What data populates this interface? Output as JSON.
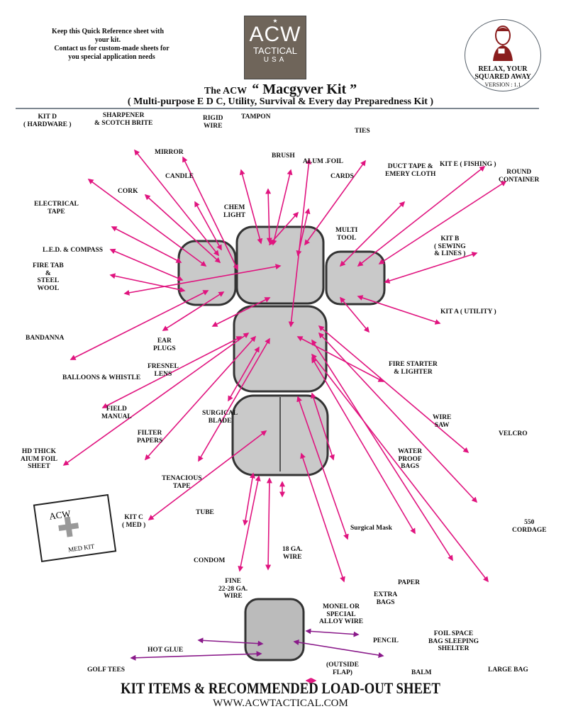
{
  "header": {
    "note1": "Keep this Quick Reference sheet with your kit.",
    "note2": "Contact us for custom-made sheets for you special application needs",
    "logo": {
      "line1": "ACW",
      "line2": "TACTICAL",
      "line3": "USA"
    },
    "badge": {
      "text": "RELAX, YOUR SQUARED AWAY",
      "version": "VERSION : 1.1"
    },
    "title_prefix": "The ACW",
    "title_main": "“ Macgyver  Kit ”",
    "subtitle": "( Multi-purpose  E D C,  Utility, Survival & Every day Preparedness Kit )"
  },
  "labels": [
    "KIT D\n( HARDWARE )",
    "SHARPENER\n& SCOTCH BRITE",
    "MIRROR",
    "RIGID\nWIRE",
    "TAMPON",
    "BRUSH",
    "ALUM .FOIL",
    "TIES",
    "CARDS",
    "DUCT TAPE  &\nEMERY CLOTH",
    "KIT E ( FISHING )",
    "ROUND\nCONTAINER",
    "CANDLE",
    "CORK",
    "CHEM\nLIGHT",
    "ELECTRICAL\nTAPE",
    "MULTI\nTOOL",
    "KIT B\n( SEWING\n& LINES )",
    "L.E.D. &  COMPASS",
    "FIRE TAB\n&\nSTEEL\nWOOL",
    "KIT A ( UTILITY )",
    "BANDANNA",
    "EAR\nPLUGS",
    "FRESNEL\nLENS",
    "BALLOONS & WHISTLE",
    "FIRE STARTER\n& LIGHTER",
    "FIELD\nMANUAL",
    "SURGICAL\nBLADE",
    "WIRE\nSAW",
    "FILTER\nPAPERS",
    "VELCRO",
    "HD THICK\nAIUM FOIL\nSHEET",
    "WATER\nPROOF\nBAGS",
    "TENACIOUS\nTAPE",
    "TUBE",
    "KIT C\n( MED )",
    "550\nCORDAGE",
    "Surgical Mask",
    "CONDOM",
    "18 GA.\nWIRE",
    "FINE\n22-28 GA.\nWIRE",
    "PAPER",
    "EXTRA\nBAGS",
    "MONEL OR\nSPECIAL\nALLOY  WIRE",
    "PENCIL",
    "FOIL SPACE\nBAG SLEEPING\nSHELTER",
    "HOT GLUE",
    "(OUTSIDE\nFLAP)",
    "BALM",
    "LARGE BAG",
    "GOLF TEES"
  ],
  "med_kit": {
    "brand": "ACW",
    "label": "MED KIT"
  },
  "footer": {
    "title": "KIT ITEMS  &  RECOMMENDED LOAD-OUT SHEET",
    "url": "WWW.ACWTACTICAL.COM"
  },
  "colors": {
    "arrow": "#e0147f",
    "arrow_outside": "#8a1a8a",
    "logo_bg": "#6f655a",
    "rule": "#7d8790"
  }
}
